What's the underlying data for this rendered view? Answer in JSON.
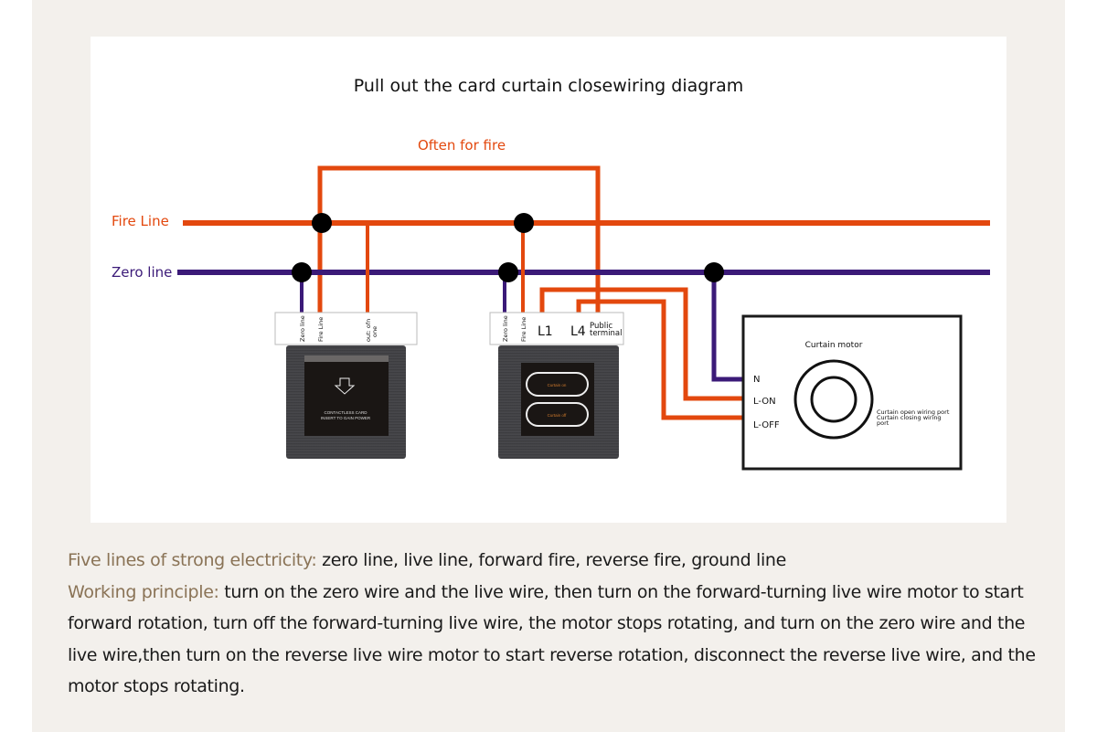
{
  "title": "Pull out the card curtain closewiring diagram",
  "often_label": "Often for fire",
  "lines": {
    "fire": {
      "label": "Fire Line",
      "color": "#e3480e"
    },
    "zero": {
      "label": "Zero line",
      "color": "#3b1a78"
    }
  },
  "card_switch": {
    "terminals": [
      "Zero line",
      "Fire Line",
      "out: ofn one"
    ],
    "face_text_1": "CONTACTLESS CARD",
    "face_text_2": "INSERT TO GAIN POWER"
  },
  "curtain_switch": {
    "terminals": [
      "Zero line",
      "Fire Line"
    ],
    "big_terminals": [
      "L1",
      "L4"
    ],
    "public_1": "Public",
    "public_2": "terminal",
    "button_on": "Curtain on",
    "button_off": "Curtain off"
  },
  "motor": {
    "title": "Curtain motor",
    "ports": [
      "N",
      "L-ON",
      "L-OFF"
    ],
    "note_1": "Curtain open wiring port",
    "note_2": "Curtain closing wiring",
    "note_3": "port"
  },
  "description": {
    "line1_key": "Five lines of strong electricity:",
    "line1_text": " zero line, live line, forward fire, reverse fire, ground line",
    "line2_key": "Working principle:",
    "line2_text": " turn on the zero wire and the live wire, then turn on the forward-turning live wire motor to start forward rotation, turn off the forward-turning live wire, the motor stops rotating, and turn on the zero wire and the live wire,then turn on the reverse live wire motor to start reverse rotation, disconnect the reverse live wire, and the motor stops rotating."
  },
  "colors": {
    "panel_bg": "#f3f0ec",
    "key_text": "#8a7356",
    "device_dark": "#3a3a3c"
  }
}
